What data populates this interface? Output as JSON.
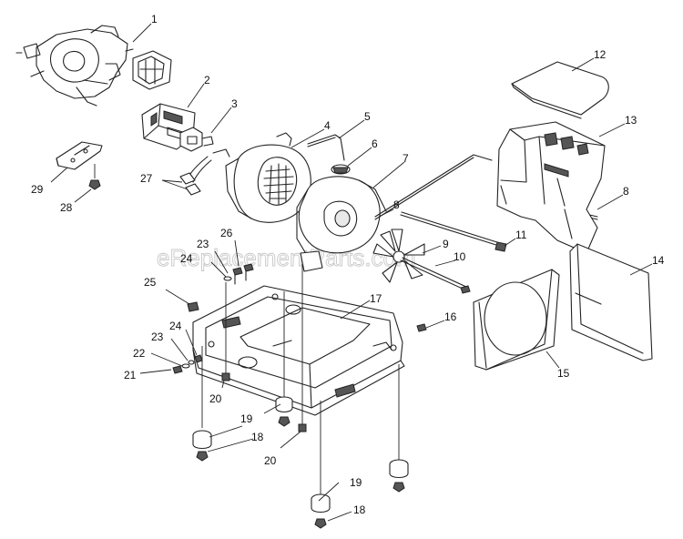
{
  "watermark": "eReplacementParts.com",
  "callouts": [
    "1",
    "2",
    "3",
    "4",
    "5",
    "6",
    "7",
    "8",
    "8",
    "9",
    "10",
    "11",
    "12",
    "13",
    "14",
    "15",
    "16",
    "17",
    "18",
    "18",
    "19",
    "19",
    "20",
    "20",
    "21",
    "22",
    "23",
    "23",
    "24",
    "24",
    "25",
    "26",
    "27",
    "28",
    "29"
  ]
}
